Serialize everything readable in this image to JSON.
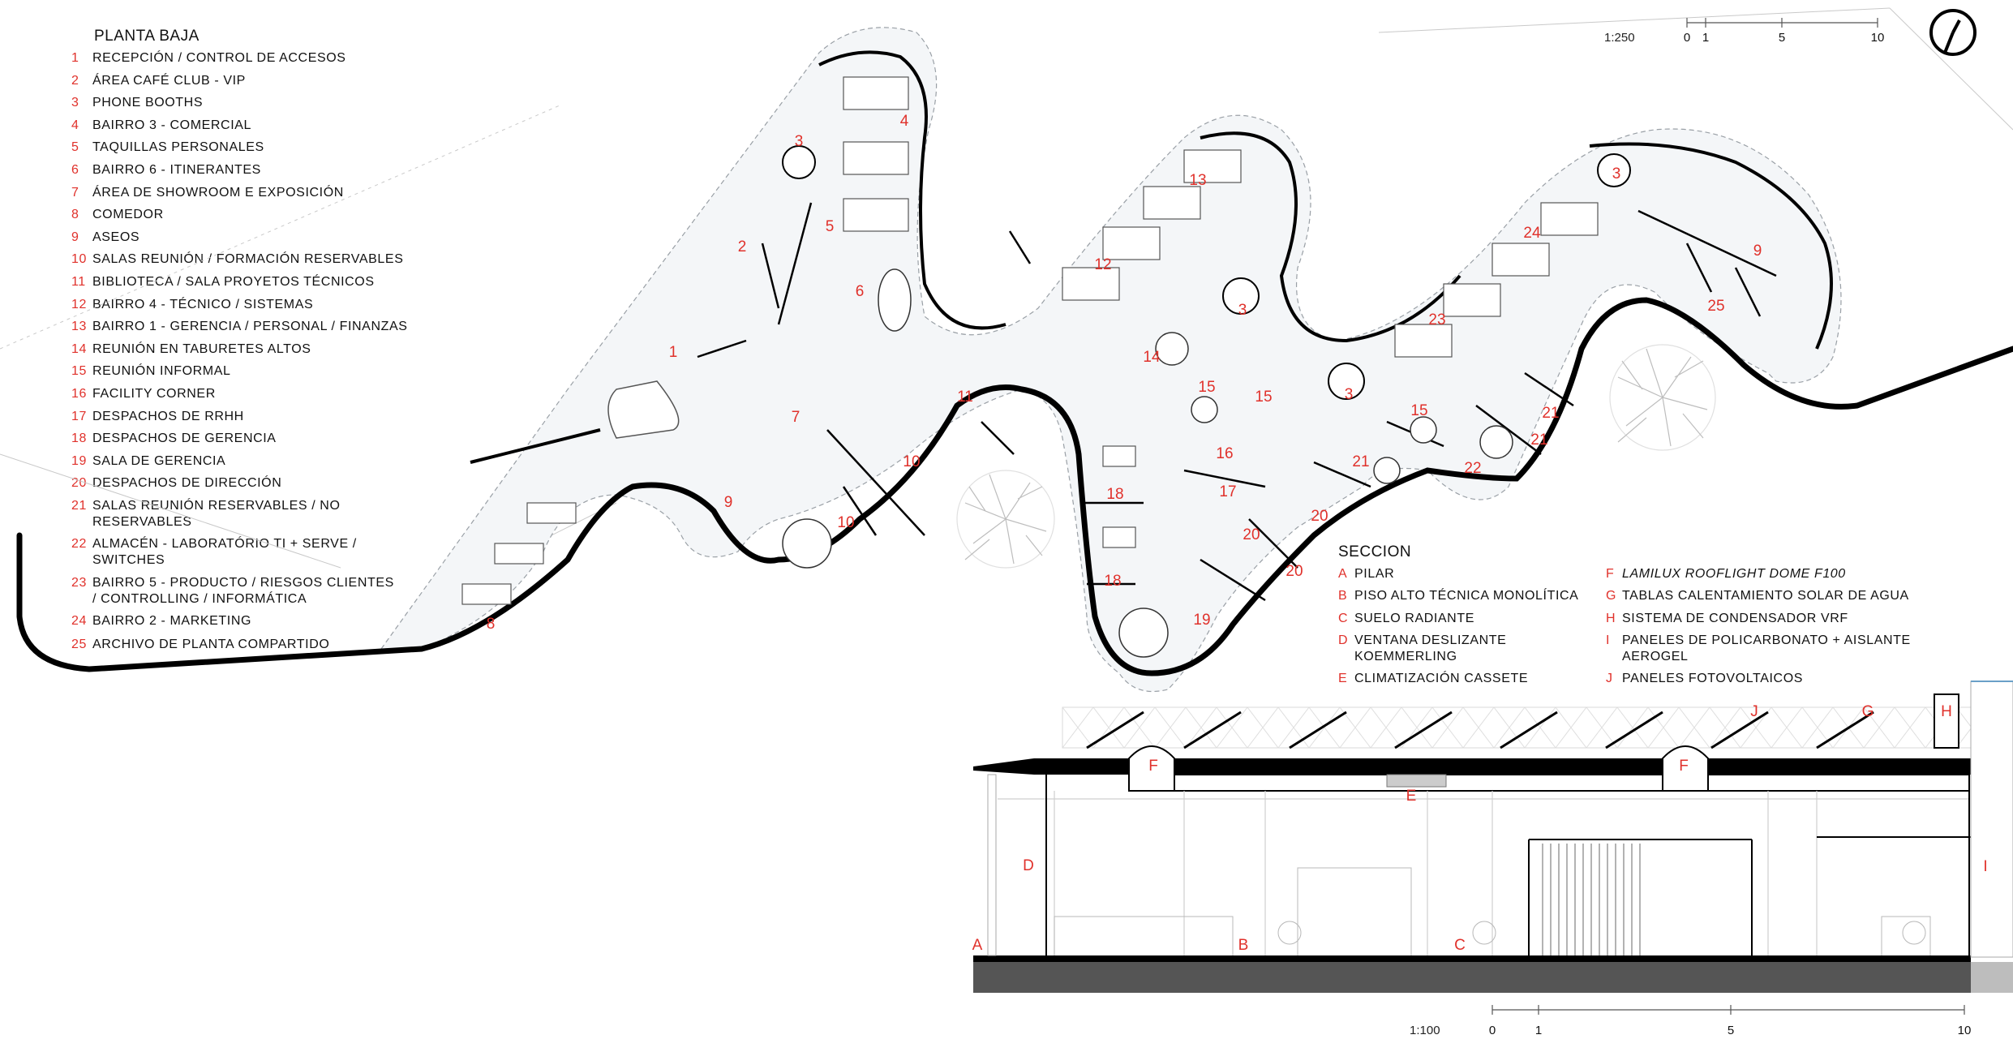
{
  "plan": {
    "title": "PLANTA BAJA",
    "scale_label": "1:250",
    "scale_ticks": [
      "0",
      "1",
      "5",
      "10"
    ],
    "legend": [
      {
        "num": "1",
        "label": "RECEPCIÓN / CONTROL DE ACCESOS"
      },
      {
        "num": "2",
        "label": "ÁREA CAFÉ CLUB - VIP"
      },
      {
        "num": "3",
        "label": "PHONE BOOTHS"
      },
      {
        "num": "4",
        "label": "BAIRRO 3 - COMERCIAL"
      },
      {
        "num": "5",
        "label": "TAQUILLAS PERSONALES"
      },
      {
        "num": "6",
        "label": "BAIRRO 6 - ITINERANTES"
      },
      {
        "num": "7",
        "label": "ÁREA DE SHOWROOM E EXPOSICIÓN"
      },
      {
        "num": "8",
        "label": "COMEDOR"
      },
      {
        "num": "9",
        "label": "ASEOS"
      },
      {
        "num": "10",
        "label": "SALAS REUNIÓN / FORMACIÓN RESERVABLES"
      },
      {
        "num": "11",
        "label": "BIBLIOTECA / SALA PROYETOS TÉCNICOS"
      },
      {
        "num": "12",
        "label": "BAIRRO 4 - TÉCNICO / SISTEMAS"
      },
      {
        "num": "13",
        "label": "BAIRRO 1 - GERENCIA / PERSONAL / FINANZAS"
      },
      {
        "num": "14",
        "label": "REUNIÓN EN TABURETES ALTOS"
      },
      {
        "num": "15",
        "label": "REUNIÓN INFORMAL"
      },
      {
        "num": "16",
        "label": "FACILITY CORNER"
      },
      {
        "num": "17",
        "label": "DESPACHOS DE RRHH"
      },
      {
        "num": "18",
        "label": "DESPACHOS DE GERENCIA"
      },
      {
        "num": "19",
        "label": "SALA DE GERENCIA"
      },
      {
        "num": "20",
        "label": "DESPACHOS DE DIRECCIÓN"
      },
      {
        "num": "21",
        "label": "SALAS REUNIÓN RESERVABLES / NO RESERVABLES"
      },
      {
        "num": "22",
        "label": "ALMACÉN - LABORATÓRIO TI + SERVE / SWITCHES"
      },
      {
        "num": "23",
        "label": "BAIRRO 5 - PRODUCTO / RIESGOS CLIENTES / CONTROLLING / INFORMÁTICA"
      },
      {
        "num": "24",
        "label": "BAIRRO 2 - MARKETING"
      },
      {
        "num": "25",
        "label": "ARCHIVO DE PLANTA COMPARTIDO"
      }
    ],
    "room_numbers": [
      "1",
      "2",
      "3",
      "3",
      "3",
      "3",
      "4",
      "5",
      "6",
      "7",
      "8",
      "9",
      "9",
      "10",
      "10",
      "11",
      "12",
      "13",
      "14",
      "15",
      "15",
      "15",
      "16",
      "17",
      "18",
      "18",
      "19",
      "20",
      "20",
      "20",
      "21",
      "21",
      "21",
      "22",
      "23",
      "24",
      "25"
    ]
  },
  "section": {
    "title": "SECCION",
    "scale_label": "1:100",
    "scale_ticks": [
      "0",
      "1",
      "5",
      "10"
    ],
    "legend": [
      {
        "letter": "A",
        "label": "PILAR",
        "italic": false
      },
      {
        "letter": "B",
        "label": "PISO ALTO TÉCNICA MONOLÍTICA",
        "italic": false
      },
      {
        "letter": "C",
        "label": "SUELO RADIANTE",
        "italic": false
      },
      {
        "letter": "D",
        "label": "VENTANA DESLIZANTE KOEMMERLING",
        "italic": false
      },
      {
        "letter": "E",
        "label": "CLIMATIZACIÓN CASSETE",
        "italic": false
      },
      {
        "letter": "F",
        "label": "LAMILUX ROOFLIGHT DOME F100",
        "italic": true
      },
      {
        "letter": "G",
        "label": "TABLAS CALENTAMIENTO SOLAR DE AGUA",
        "italic": false
      },
      {
        "letter": "H",
        "label": "SISTEMA DE CONDENSADOR VRF",
        "italic": false
      },
      {
        "letter": "I",
        "label": "PANELES DE POLICARBONATO + AISLANTE AEROGEL",
        "italic": false
      },
      {
        "letter": "J",
        "label": "PANELES FOTOVOLTAICOS",
        "italic": false
      }
    ],
    "drawing_letters": [
      "A",
      "B",
      "C",
      "D",
      "E",
      "F",
      "F",
      "G",
      "H",
      "I",
      "J"
    ]
  },
  "colors": {
    "accent_red": "#e0312b",
    "ink": "#111111",
    "floor": "#f4f6f8",
    "wall": "#000000",
    "ground": "#555555"
  },
  "icons": {
    "north": "north-arrow-icon",
    "tree": "tree-icon"
  }
}
